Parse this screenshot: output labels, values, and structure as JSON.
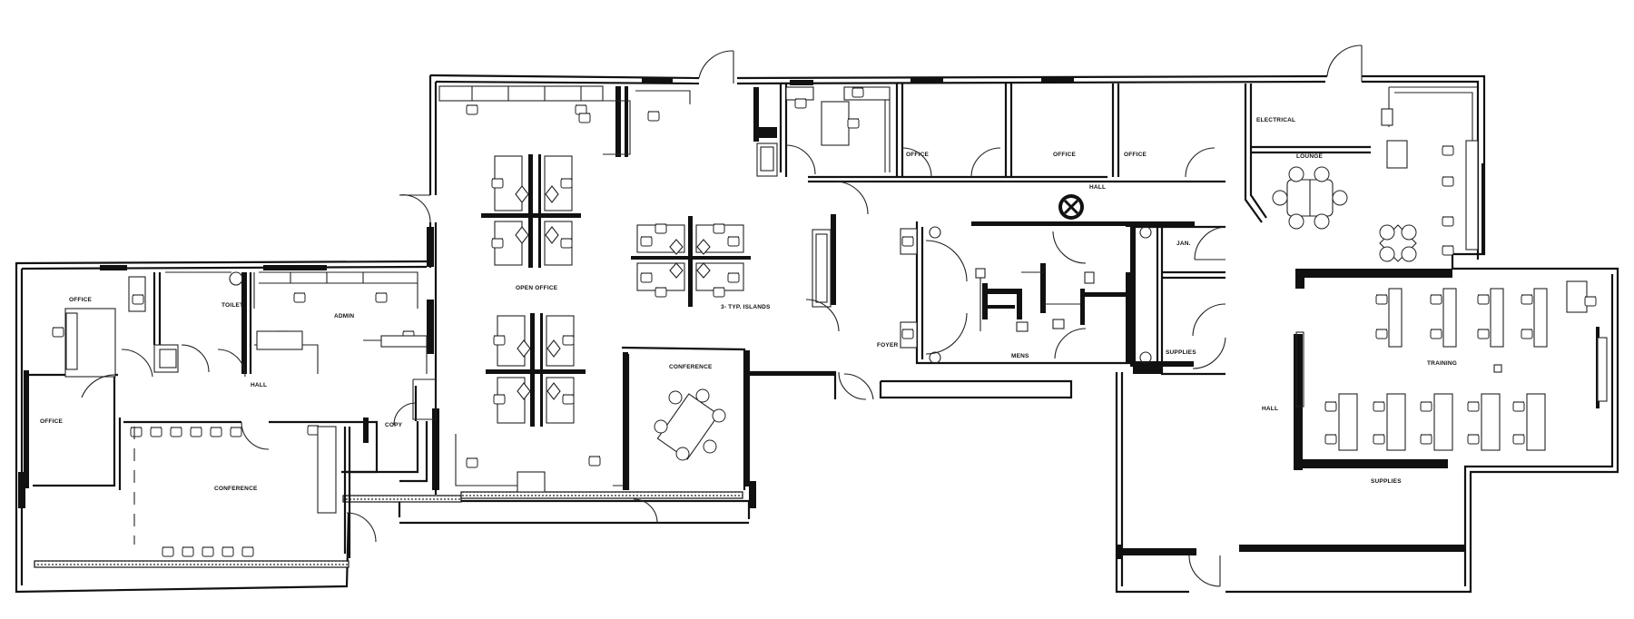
{
  "plan": {
    "labels": {
      "open_office": "OPEN OFFICE",
      "typ_islands": "3- TYP. ISLANDS",
      "conference_main": "CONFERENCE",
      "office_left": "OFFICE",
      "office_west": "OFFICE",
      "toilet": "TOILET",
      "admin": "ADMIN",
      "hall_left": "HALL",
      "copy": "COPY",
      "conference_left": "CONFERENCE",
      "office_1": "OFFICE",
      "office_2": "OFFICE",
      "office_3": "OFFICE",
      "hall_top": "HALL",
      "electrical": "ELECTRICAL",
      "lounge": "LOUNGE",
      "jan": "JAN.",
      "foyer": "FOYER",
      "mens": "MENS",
      "supplies": "SUPPLIES",
      "training": "TRAINING",
      "hall_right": "HALL",
      "supplies_bottom": "SUPPLIES"
    }
  }
}
